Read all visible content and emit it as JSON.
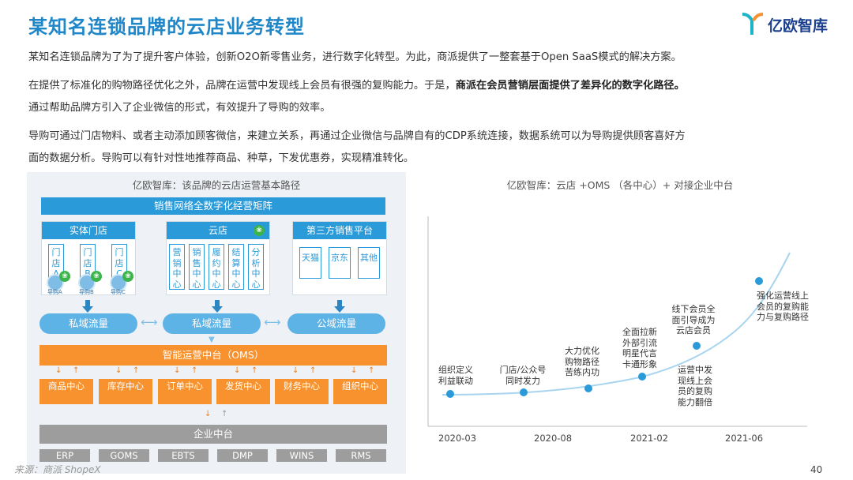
{
  "title": "某知名连锁品牌的云店业务转型",
  "logo": {
    "text": "亿欧智库"
  },
  "paragraphs": {
    "p1": "某知名连锁品牌为了为了提升客户体验，创新O2O新零售业务，进行数字化转型。为此，商派提供了一整套基于Open SaaS模式的解决方案。",
    "p2a": "在提供了标准化的购物路径优化之外，品牌在运营中发现线上会员有很强的复购能力。于是，",
    "p2b": "商派在会员营销层面提供了差异化的数字化路径。",
    "p3": "通过帮助品牌方引入了企业微信的形式，有效提升了导购的效率。",
    "p4": "导购可通过门店物料、或者主动添加顾客微信，来建立关系，再通过企业微信与品牌自有的CDP系统连接，数据系统可以为导购提供顾客喜好方",
    "p5": "面的数据分析。导购可以有针对性地推荐商品、种草，下发优惠券，实现精准转化。"
  },
  "left_panel": {
    "title": "亿欧智库：该品牌的云店运营基本路径",
    "top_bar": "销售网络全数字化经营矩阵",
    "groups": {
      "physical": {
        "head": "实体门店",
        "cells": [
          "门店A",
          "门店B",
          "门店C"
        ],
        "guides": [
          "导购A",
          "导购B",
          "导购C"
        ]
      },
      "cloud": {
        "head": "云店",
        "cells": [
          "营销中心",
          "销售中心",
          "履约中心",
          "结算中心",
          "分析中心"
        ]
      },
      "third": {
        "head": "第三方销售平台",
        "cells": [
          "天猫",
          "京东",
          "其他"
        ]
      }
    },
    "flows": [
      "私域流量",
      "私域流量",
      "公域流量"
    ],
    "oms_bar": "智能运营中台（OMS）",
    "centers": [
      "商品中心",
      "库存中心",
      "订单中心",
      "发货中心",
      "财务中心",
      "组织中心"
    ],
    "enterprise_bar": "企业中台",
    "systems": [
      "ERP",
      "GOMS",
      "EBTS",
      "DMP",
      "WINS",
      "RMS"
    ]
  },
  "right_panel": {
    "title": "亿欧智库：云店 +OMS （各中心）+ 对接企业中台",
    "dates": [
      "2020-03",
      "2020-08",
      "2021-02",
      "2021-06"
    ],
    "milestones": [
      "组织定义利益联动",
      "门店/公众号同时发力",
      "大力优化购物路径苦练内功",
      "全面拉新外部引流明星代言卡通形象",
      "运营中发现线上会员的复购能力翻倍",
      "线下会员全面引导成为云店会员",
      "强化运营线上会员的复购能力与复购路径"
    ],
    "colors": {
      "dot": "#2b9ad8",
      "curve": "#a8d4ef"
    }
  },
  "source": "来源：商派 ShopeX",
  "page_number": "40"
}
